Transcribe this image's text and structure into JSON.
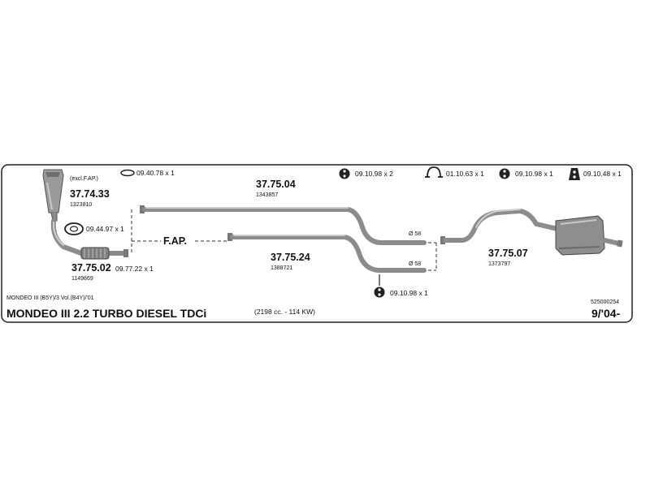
{
  "header_parts": [
    {
      "code": "09.40.78",
      "qty": "x 1"
    },
    {
      "code": "09.10.98",
      "qty": "x 2"
    },
    {
      "code": "01.10.63",
      "qty": "x 1"
    },
    {
      "code": "09.10.98",
      "qty": "x 1"
    },
    {
      "code": "09.10.48",
      "qty": "x 1"
    }
  ],
  "note_excl": "(excl.F.AP.)",
  "parts": {
    "p1": {
      "code": "37.74.33",
      "ref": "1323810"
    },
    "p2": {
      "code": "37.75.04",
      "ref": "1343857"
    },
    "p3": {
      "code": "37.75.24",
      "ref": "1388721"
    },
    "p4": {
      "code": "37.75.02",
      "ref": "1149869"
    },
    "p5": {
      "code": "37.75.07",
      "ref": "1373797"
    }
  },
  "fittings": {
    "gasket1": {
      "code": "09.44.97",
      "qty": "x 1"
    },
    "clamp_p4": {
      "code": "09.77.22",
      "qty": "x 1"
    },
    "hanger_bottom": {
      "code": "09.10.98",
      "qty": "x 1"
    }
  },
  "fap_label": "F.AP.",
  "diameters": [
    "Ø 58",
    "Ø 58"
  ],
  "model_sub": "MONDEO III (B5Y)/3 Vol.(B4Y)/'01",
  "catalog_code": "525000254",
  "model_title": "MONDEO III 2.2 TURBO DIESEL TDCi",
  "engine_spec": "(2198 cc. - 114 KW)",
  "date": "9/'04-"
}
